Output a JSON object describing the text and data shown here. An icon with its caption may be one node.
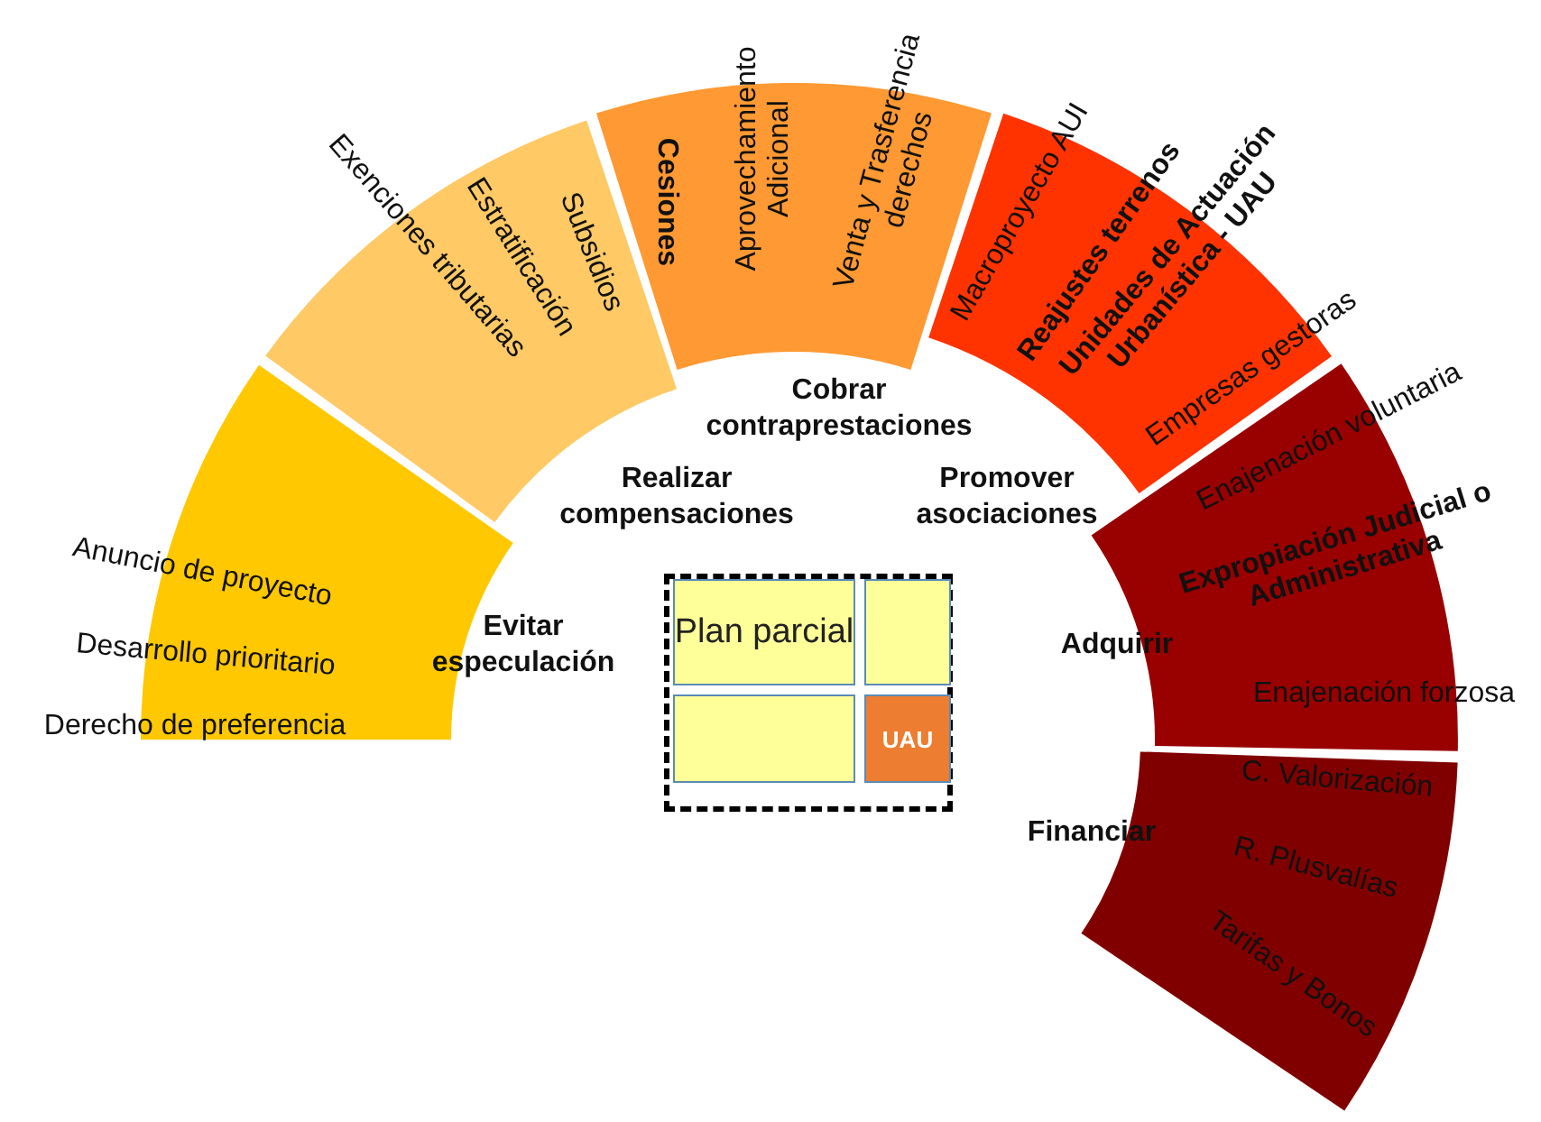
{
  "diagram": {
    "nodes": [
      {
        "text": [
          "Anuncio de proyecto",
          "Desarrollo prioritario",
          "Derecho de preferencia"
        ],
        "beside": [
          "Evitar especulación"
        ]
      },
      {
        "text": [
          "Exenciones tributarias",
          "Estratificación",
          "Subsidios"
        ],
        "beside": [
          "Realizar compensaciones"
        ]
      },
      {
        "text": [
          "Cesiones",
          "Aprovechamiento Adicional",
          "Venta y Trasferencia derechos"
        ],
        "beside": [
          "Cobrar contraprestaciones"
        ]
      },
      {
        "text": [
          "Macroproyecto AUI",
          "Reajustes terrenos",
          "Unidades de Actuación Urbanística - UAU",
          "Empresas gestoras"
        ],
        "beside": [
          "Promover asociaciones"
        ]
      },
      {
        "text": [
          "Enajenación voluntaria",
          "Expropiación Judicial o Administrativa",
          "Enajenación forzosa"
        ],
        "beside": [
          "Adquirir"
        ]
      },
      {
        "text": [
          "C. Valorización",
          "R. Plusvalías",
          "Tarifas y Bonos"
        ],
        "beside": [
          "Financiar"
        ]
      },
      {
        "text": [],
        "shape": "box"
      },
      {
        "text": [
          "Plan parcial"
        ],
        "in": 6
      },
      {
        "text": [],
        "shape": "box",
        "in": 6
      },
      {
        "text": [],
        "shape": "box",
        "in": 6
      },
      {
        "text": [
          "UAU"
        ],
        "in": 6
      }
    ]
  }
}
